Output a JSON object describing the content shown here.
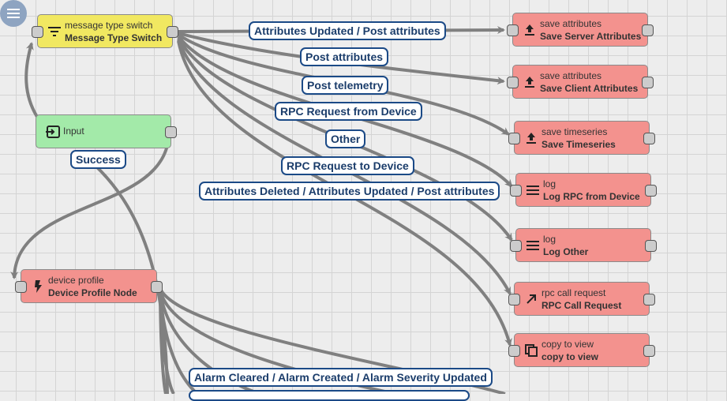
{
  "nodes": {
    "switch": {
      "type": "message type switch",
      "name": "Message Type Switch",
      "icon": "filter-icon"
    },
    "input": {
      "name": "Input",
      "icon": "input-icon"
    },
    "device_profile": {
      "type": "device profile",
      "name": "Device Profile Node",
      "icon": "flash-icon"
    },
    "save_server": {
      "type": "save attributes",
      "name": "Save Server Attributes",
      "icon": "upload-icon"
    },
    "save_client": {
      "type": "save attributes",
      "name": "Save Client Attributes",
      "icon": "upload-icon"
    },
    "save_ts": {
      "type": "save timeseries",
      "name": "Save Timeseries",
      "icon": "upload-icon"
    },
    "log_rpc": {
      "type": "log",
      "name": "Log RPC from Device",
      "icon": "menu-icon"
    },
    "log_other": {
      "type": "log",
      "name": "Log Other",
      "icon": "menu-icon"
    },
    "rpc_call": {
      "type": "rpc call request",
      "name": "RPC Call Request",
      "icon": "arrow-up-right-icon"
    },
    "copy_view": {
      "type": "copy to view",
      "name": "copy to view",
      "icon": "copy-icon"
    }
  },
  "labels": {
    "attr_updated": "Attributes Updated / Post attributes",
    "post_attr": "Post attributes",
    "post_tel": "Post telemetry",
    "rpc_from": "RPC Request from Device",
    "other": "Other",
    "rpc_to": "RPC Request to Device",
    "attr_deleted": "Attributes Deleted / Attributes Updated / Post attributes",
    "success": "Success",
    "alarm": "Alarm Cleared / Alarm Created / Alarm Severity Updated"
  },
  "colors": {
    "action": "#f3928e",
    "filter": "#f1e861",
    "input": "#a3eaa9",
    "label_border": "#1b4a87"
  }
}
